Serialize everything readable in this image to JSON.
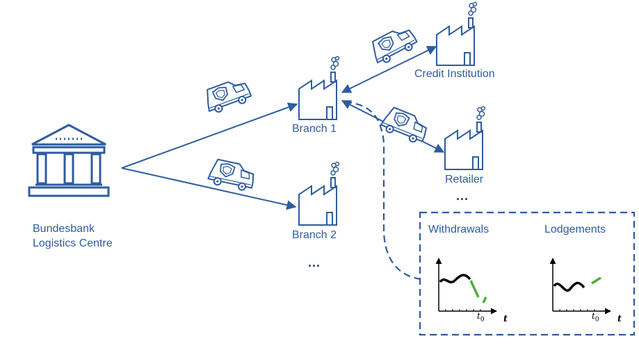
{
  "colors": {
    "primary": "#2e5c9e",
    "text": "#2e5c9e",
    "dark": "#1f3864",
    "history": "#000000",
    "forecast": "#4caf3a"
  },
  "nodes": {
    "centre": {
      "label_line1": "Bundesbank",
      "label_line2": "Logistics Centre",
      "icon": "bank-building-icon"
    },
    "branch1": {
      "label": "Branch 1",
      "icon": "factory-icon"
    },
    "branch2": {
      "label": "Branch 2",
      "icon": "factory-icon"
    },
    "credit_institution": {
      "label": "Credit Institution",
      "icon": "factory-icon"
    },
    "retailer": {
      "label": "Retailer",
      "icon": "factory-icon"
    }
  },
  "ellipsis": {
    "branches": "...",
    "customers": "..."
  },
  "vehicles": {
    "icon": "armored-truck-icon"
  },
  "forecast_panel": {
    "charts": [
      {
        "title": "Withdrawals",
        "x_axis": "t",
        "marker": "t",
        "marker_sub": "0"
      },
      {
        "title": "Lodgements",
        "x_axis": "t",
        "marker": "t",
        "marker_sub": "0"
      }
    ]
  }
}
